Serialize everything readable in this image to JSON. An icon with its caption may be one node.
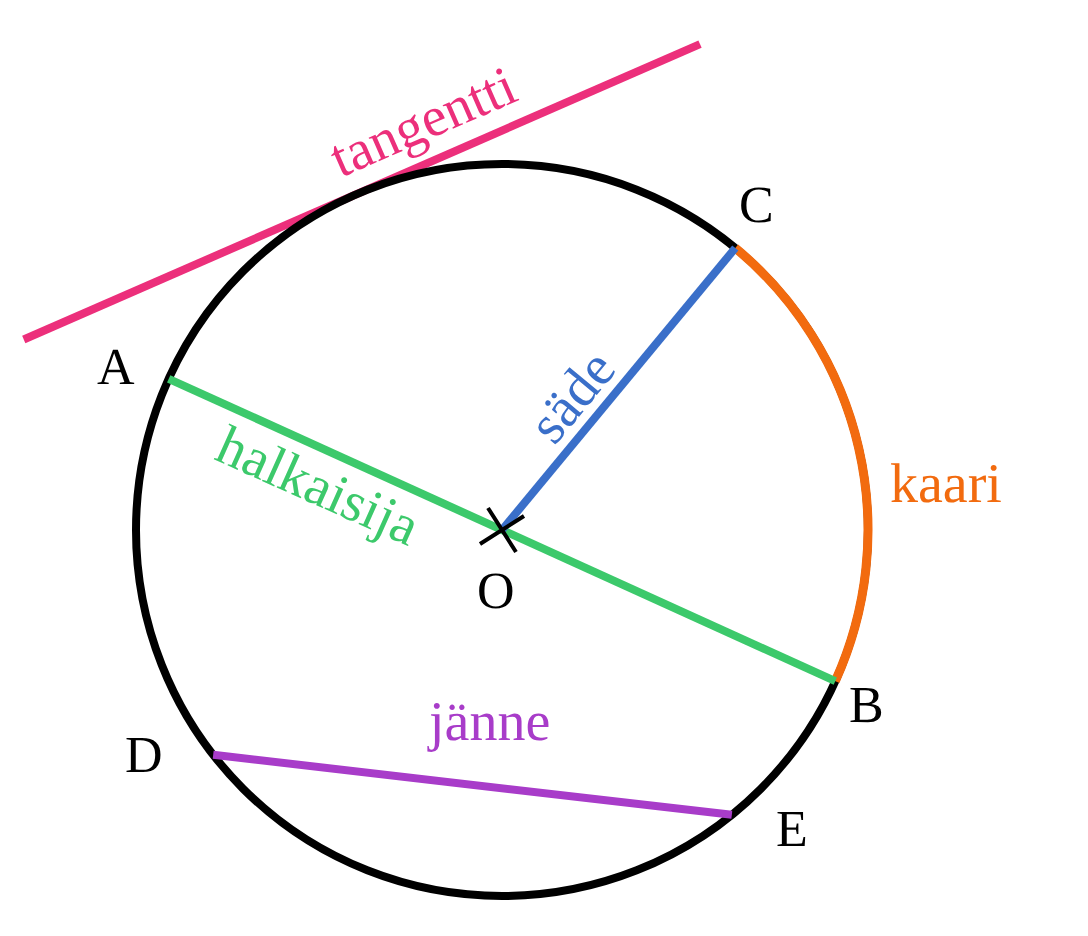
{
  "diagram": {
    "labels": [
      "tangentti",
      "C",
      "A",
      "säde",
      "halkaisija",
      "kaari",
      "O",
      "B",
      "D",
      "jänne",
      "E"
    ]
  }
}
